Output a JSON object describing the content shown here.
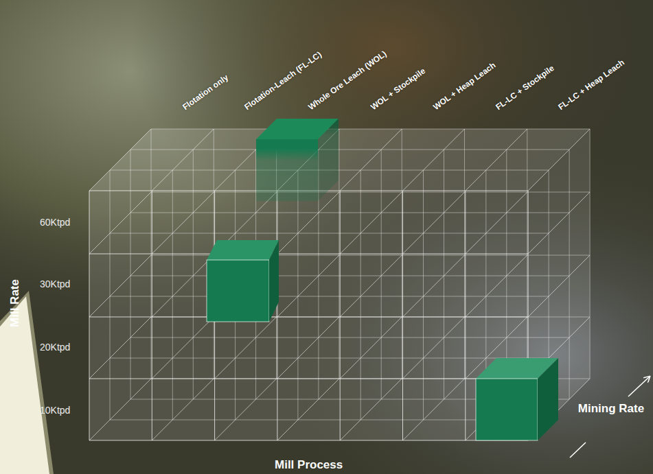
{
  "diagram": {
    "labels": [
      "Flotation only",
      "Flotation-Leach (FL-LC)",
      "Whole Ore Leach (WOL)",
      "WOL + Stockpile",
      "WOL + Heap Leach",
      "FL-LC + Stockpile",
      "FL-LC + Heap Leach",
      "60Ktpd",
      "30Ktpd",
      "20Ktpd",
      "10Ktpd",
      "Mill Rate",
      "Mill Process",
      "Mining Rate"
    ]
  }
}
